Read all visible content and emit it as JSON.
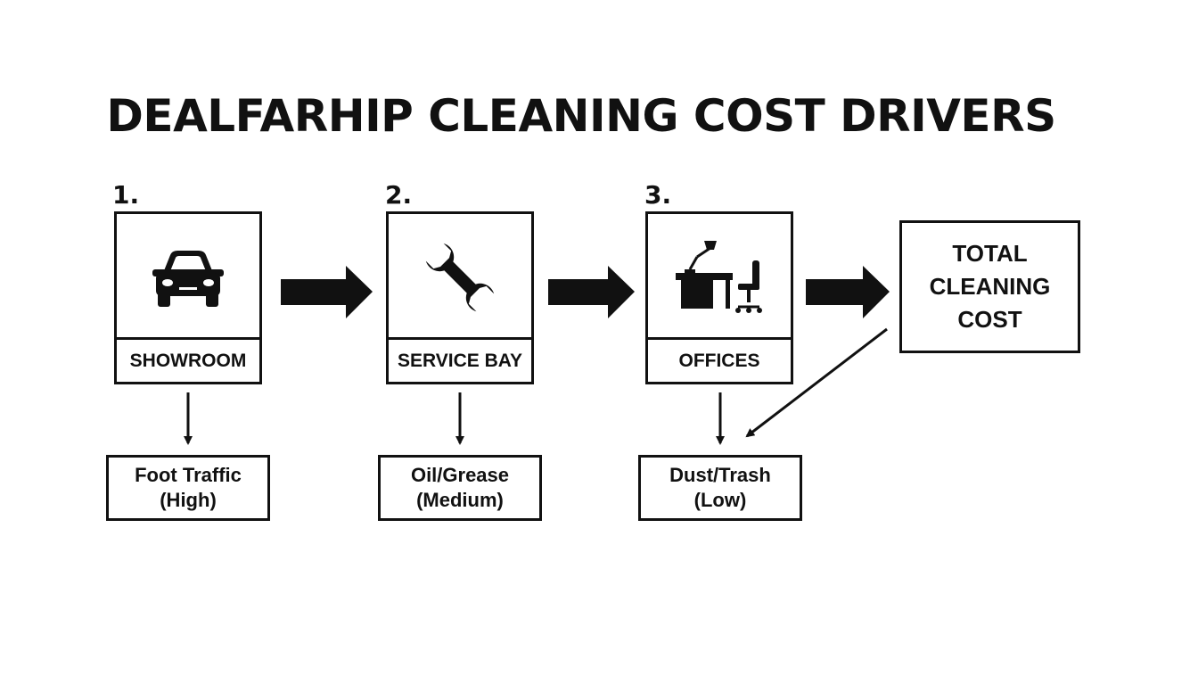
{
  "title": "DEALFARHIP CLEANING COST DRIVERS",
  "stages": [
    {
      "number": "1.",
      "label": "SHOWROOM",
      "icon": "car-icon",
      "driver": {
        "line1": "Foot Traffic",
        "line2": "(High)"
      }
    },
    {
      "number": "2.",
      "label": "SERVICE BAY",
      "icon": "wrench-icon",
      "driver": {
        "line1": "Oil/Grease",
        "line2": "(Medium)"
      }
    },
    {
      "number": "3.",
      "label": "OFFICES",
      "icon": "office-desk-icon",
      "driver": {
        "line1": "Dust/Trash",
        "line2": "(Low)"
      }
    }
  ],
  "total": {
    "line1": "TOTAL",
    "line2": "CLEANING",
    "line3": "COST"
  },
  "colors": {
    "ink": "#111111",
    "background": "#ffffff"
  }
}
